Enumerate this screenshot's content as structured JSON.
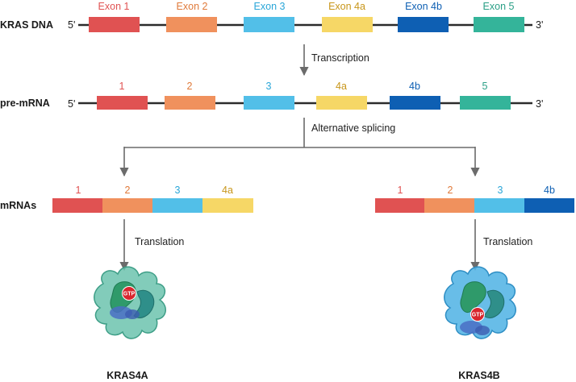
{
  "colors": {
    "exon1": "#e05252",
    "exon2": "#f0915d",
    "exon3": "#52bfe8",
    "exon4a": "#f6d766",
    "exon4b": "#0e5fb3",
    "exon5": "#34b49a",
    "label1": "#e05252",
    "label2": "#e07a3a",
    "label3": "#2aa6d8",
    "label4a": "#c8961a",
    "label4b": "#0e5fb3",
    "label5": "#2a9f86",
    "line": "#2b2b2b",
    "arrow": "#6b6b6b"
  },
  "dna": {
    "label": "KRAS DNA",
    "five_prime": "5'",
    "three_prime": "3'",
    "exons": [
      "Exon 1",
      "Exon 2",
      "Exon 3",
      "Exon 4a",
      "Exon 4b",
      "Exon 5"
    ]
  },
  "steps": {
    "transcription": "Transcription",
    "splicing": "Alternative splicing",
    "translation_left": "Translation",
    "translation_right": "Translation"
  },
  "premrna": {
    "label": "pre-mRNA",
    "five_prime": "5'",
    "three_prime": "3'",
    "exons": [
      "1",
      "2",
      "3",
      "4a",
      "4b",
      "5"
    ]
  },
  "mrnas": {
    "label": "mRNAs",
    "left": [
      "1",
      "2",
      "3",
      "4a"
    ],
    "right": [
      "1",
      "2",
      "3",
      "4b"
    ]
  },
  "proteins": {
    "left": {
      "name": "KRAS4A",
      "gtp": "GTP",
      "icon": "kras4a-protein-icon"
    },
    "right": {
      "name": "KRAS4B",
      "gtp": "GTP",
      "icon": "kras4b-protein-icon"
    }
  }
}
